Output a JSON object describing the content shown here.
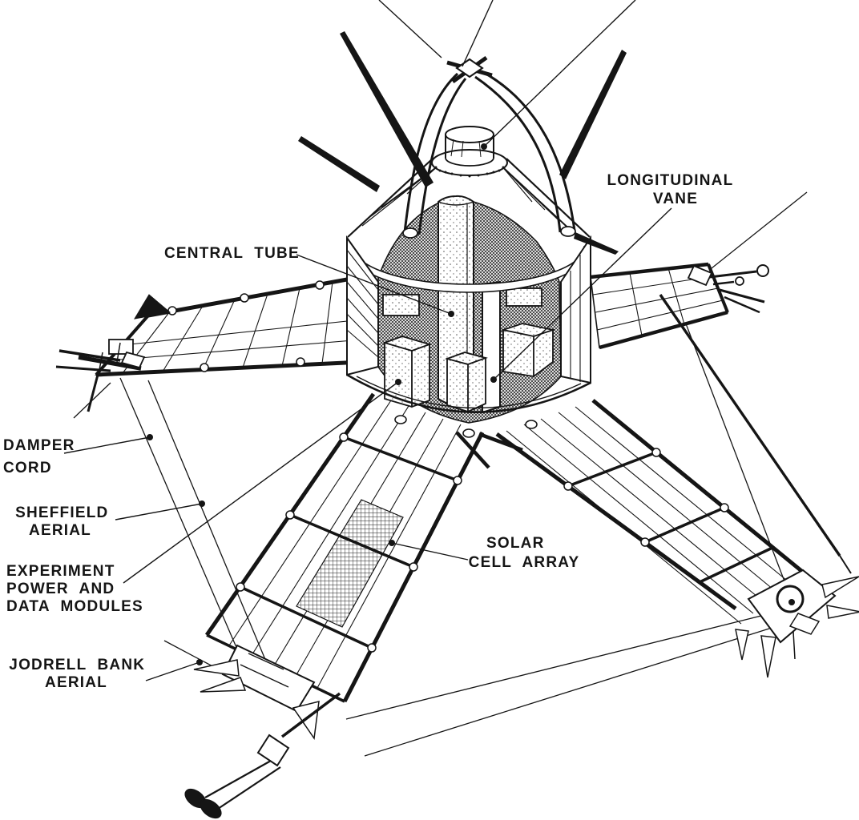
{
  "figure": {
    "kind": "cutaway line drawing of a spin-stabilised scientific satellite",
    "background_color": "#ffffff",
    "ink_color": "#151515"
  },
  "labels": [
    {
      "id": "longitudinal-vane",
      "lines": [
        "LONGITUDINAL",
        "VANE"
      ],
      "points_to": "flat vane inside body cutaway"
    },
    {
      "id": "central-tube",
      "lines": [
        "CENTRAL TUBE"
      ],
      "points_to": "vertical tube at centre of body"
    },
    {
      "id": "damper-cord",
      "lines": [
        "DAMPER",
        "CORD"
      ],
      "points_to": "thin cord from paddle tip to boom tip"
    },
    {
      "id": "sheffield-aerial",
      "lines": [
        "SHEFFIELD",
        "AERIAL"
      ],
      "points_to": "thin wire aerial on left side"
    },
    {
      "id": "experiment-modules",
      "lines": [
        "EXPERIMENT",
        "POWER AND",
        "DATA MODULES"
      ],
      "points_to": "equipment boxes inside body cutaway"
    },
    {
      "id": "jodrell-bank-aerial",
      "lines": [
        "JODRELL BANK",
        "AERIAL"
      ],
      "points_to": "wire aerial near lower-left boom tip"
    },
    {
      "id": "solar-cell-array",
      "lines": [
        "SOLAR",
        "CELL ARRAY"
      ],
      "points_to": "solar cell strips on lower-left boom"
    }
  ]
}
